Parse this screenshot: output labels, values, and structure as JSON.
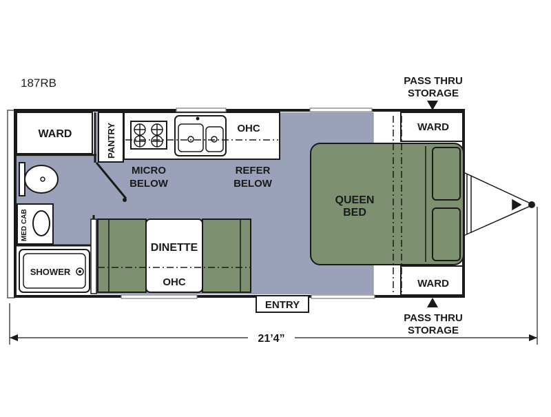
{
  "model": "187RB",
  "labels": {
    "ward_rear": "WARD",
    "pantry": "PANTRY",
    "ohc_kitchen": "OHC",
    "micro": [
      "MICRO",
      "BELOW"
    ],
    "refer": [
      "REFER",
      "BELOW"
    ],
    "med_cab": "MED CAB",
    "shower": "SHOWER",
    "dinette": "DINETTE",
    "ohc_dinette": "OHC",
    "queen_bed": [
      "QUEEN",
      "BED"
    ],
    "ward_front_top": "WARD",
    "ward_front_bottom": "WARD",
    "pass_thru_top": [
      "PASS THRU",
      "STORAGE"
    ],
    "pass_thru_bottom": [
      "PASS THRU",
      "STORAGE"
    ],
    "entry": "ENTRY",
    "length": "21’4”"
  },
  "colors": {
    "floor": "#9aa1b8",
    "furniture": "#7d9070",
    "wall": "#1a1a1a",
    "white": "#ffffff"
  }
}
